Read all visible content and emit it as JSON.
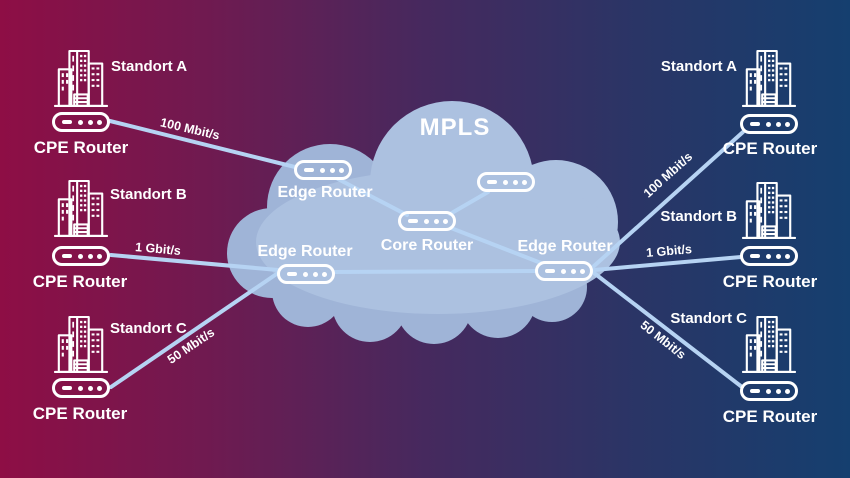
{
  "title": "MPLS",
  "colors": {
    "bg_left": "#8e0e45",
    "bg_right": "#153f6f",
    "cloud": "#9fb4d7",
    "cloud_light": "#acc1e0",
    "line": "#b6d3f3",
    "text": "#ffffff"
  },
  "cloud": {
    "title": "MPLS",
    "edge_top_left": "Edge Router",
    "edge_bottom_left": "Edge Router",
    "core": "Core Router",
    "edge_right": "Edge Router"
  },
  "sites": {
    "left": [
      {
        "name": "Standort A",
        "device": "CPE Router",
        "speed": "100 Mbit/s"
      },
      {
        "name": "Standort B",
        "device": "CPE Router",
        "speed": "1 Gbit/s"
      },
      {
        "name": "Standort C",
        "device": "CPE Router",
        "speed": "50 Mbit/s"
      }
    ],
    "right": [
      {
        "name": "Standort A",
        "device": "CPE Router",
        "speed": "100 Mbit/s"
      },
      {
        "name": "Standort B",
        "device": "CPE Router",
        "speed": "1 Gbit/s"
      },
      {
        "name": "Standort C",
        "device": "CPE Router",
        "speed": "50 Mbit/s"
      }
    ]
  },
  "connections": [
    {
      "from": "CPE Router Standort A (links)",
      "to": "Edge Router",
      "speed": "100 Mbit/s"
    },
    {
      "from": "CPE Router Standort B (links)",
      "to": "Edge Router",
      "speed": "1 Gbit/s"
    },
    {
      "from": "CPE Router Standort C (links)",
      "to": "Edge Router",
      "speed": "50 Mbit/s"
    },
    {
      "from": "Edge Router",
      "to": "Core Router",
      "speed": ""
    },
    {
      "from": "Core Router",
      "to": "Edge Router",
      "speed": ""
    },
    {
      "from": "Edge Router",
      "to": "CPE Router Standort A (rechts)",
      "speed": "100 Mbit/s"
    },
    {
      "from": "Edge Router",
      "to": "CPE Router Standort B (rechts)",
      "speed": "1 Gbit/s"
    },
    {
      "from": "Edge Router",
      "to": "CPE Router Standort C (rechts)",
      "speed": "50 Mbit/s"
    }
  ]
}
